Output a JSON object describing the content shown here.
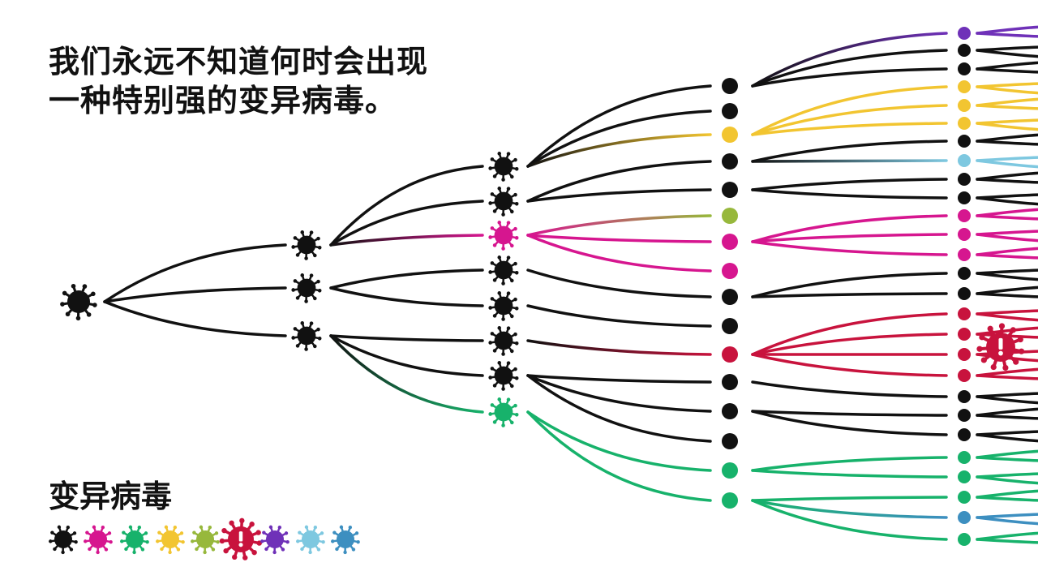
{
  "headline": {
    "line1": "我们永远不知道何时会出现",
    "line2": "一种特别强的变异病毒。"
  },
  "legend": {
    "title": "变异病毒",
    "variants": [
      {
        "name": "black-variant",
        "color": "#111111"
      },
      {
        "name": "magenta-variant",
        "color": "#d6168f"
      },
      {
        "name": "green-variant",
        "color": "#17b26b"
      },
      {
        "name": "yellow-variant",
        "color": "#f2c531"
      },
      {
        "name": "olive-variant",
        "color": "#97b83c"
      },
      {
        "name": "red-strong-variant",
        "color": "#c8133d",
        "strong": true
      },
      {
        "name": "purple-variant",
        "color": "#6f31b8"
      },
      {
        "name": "lightblue-variant",
        "color": "#7ec8e0"
      },
      {
        "name": "blue-variant",
        "color": "#3d8fc0"
      }
    ]
  },
  "colors": {
    "black": "#111111",
    "magenta": "#d6168f",
    "green": "#17b26b",
    "yellow": "#f2c531",
    "olive": "#97b83c",
    "red": "#c8133d",
    "purple": "#6f31b8",
    "lightblue": "#7ec8e0",
    "blue": "#3d8fc0"
  },
  "tree": {
    "gen0": [
      {
        "color": "black"
      }
    ],
    "gen1": [
      {
        "color": "black",
        "parent": 0
      },
      {
        "color": "black",
        "parent": 0
      },
      {
        "color": "black",
        "parent": 0
      }
    ],
    "gen2": [
      {
        "color": "black",
        "parent": 0
      },
      {
        "color": "black",
        "parent": 0
      },
      {
        "color": "magenta",
        "parent": 0
      },
      {
        "color": "black",
        "parent": 1
      },
      {
        "color": "black",
        "parent": 1
      },
      {
        "color": "black",
        "parent": 2
      },
      {
        "color": "black",
        "parent": 2
      },
      {
        "color": "green",
        "parent": 2
      }
    ],
    "gen3": [
      {
        "color": "black",
        "parent": 0
      },
      {
        "color": "black",
        "parent": 0
      },
      {
        "color": "yellow",
        "parent": 0
      },
      {
        "color": "black",
        "parent": 1
      },
      {
        "color": "black",
        "parent": 1
      },
      {
        "color": "olive",
        "parent": 2
      },
      {
        "color": "magenta",
        "parent": 2
      },
      {
        "color": "magenta",
        "parent": 2
      },
      {
        "color": "black",
        "parent": 3
      },
      {
        "color": "black",
        "parent": 4
      },
      {
        "color": "red",
        "parent": 5
      },
      {
        "color": "black",
        "parent": 6
      },
      {
        "color": "black",
        "parent": 6
      },
      {
        "color": "black",
        "parent": 6
      },
      {
        "color": "green",
        "parent": 7
      },
      {
        "color": "green",
        "parent": 7
      }
    ],
    "gen4": [
      {
        "color": "purple",
        "parent": 0
      },
      {
        "color": "black",
        "parent": 0
      },
      {
        "color": "black",
        "parent": 0
      },
      {
        "color": "yellow",
        "parent": 2
      },
      {
        "color": "yellow",
        "parent": 2
      },
      {
        "color": "yellow",
        "parent": 2
      },
      {
        "color": "black",
        "parent": 3
      },
      {
        "color": "lightblue",
        "parent": 3
      },
      {
        "color": "black",
        "parent": 4
      },
      {
        "color": "black",
        "parent": 4
      },
      {
        "color": "magenta",
        "parent": 6
      },
      {
        "color": "magenta",
        "parent": 6
      },
      {
        "color": "magenta",
        "parent": 6
      },
      {
        "color": "black",
        "parent": 8
      },
      {
        "color": "black",
        "parent": 8
      },
      {
        "color": "red",
        "parent": 10
      },
      {
        "color": "red",
        "parent": 10
      },
      {
        "color": "red",
        "parent": 10
      },
      {
        "color": "red",
        "parent": 10
      },
      {
        "color": "black",
        "parent": 11
      },
      {
        "color": "black",
        "parent": 12
      },
      {
        "color": "black",
        "parent": 12
      },
      {
        "color": "green",
        "parent": 14
      },
      {
        "color": "green",
        "parent": 14
      },
      {
        "color": "green",
        "parent": 15
      },
      {
        "color": "blue",
        "parent": 15
      },
      {
        "color": "green",
        "parent": 15
      }
    ]
  }
}
